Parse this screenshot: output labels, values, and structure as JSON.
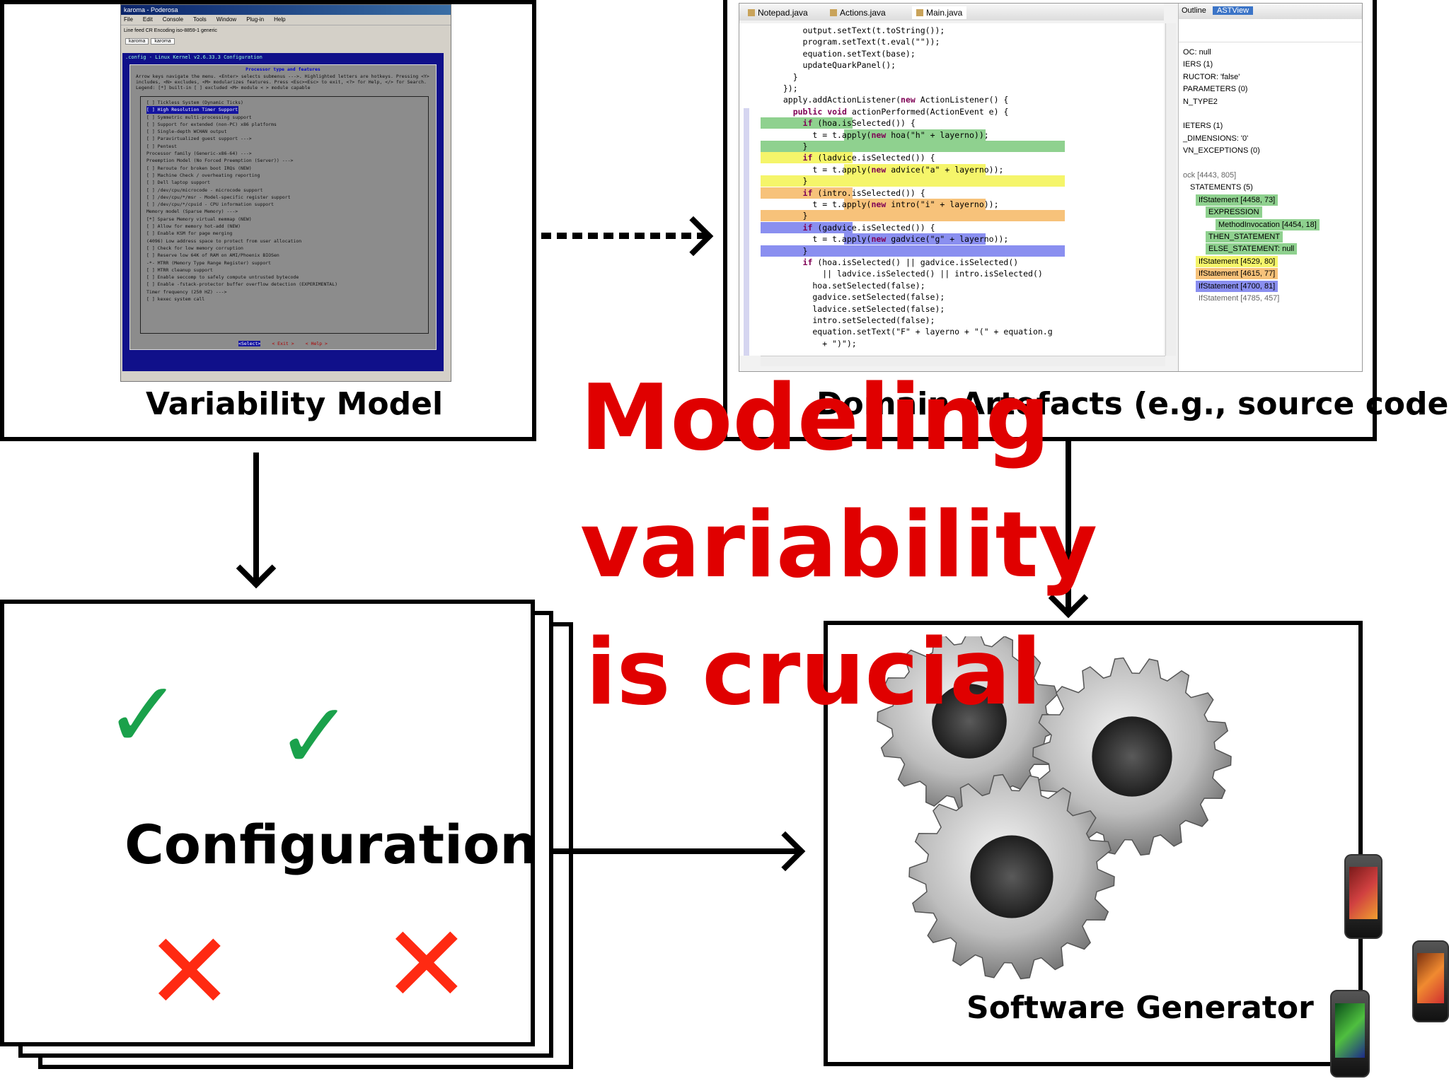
{
  "variability_model": {
    "caption": "Variability Model",
    "window_title": "karoma - Poderosa",
    "menu": [
      "File",
      "Edit",
      "Console",
      "Tools",
      "Window",
      "Plug-in",
      "Help"
    ],
    "toolbar_text": "Line feed  CR   Encoding  iso-8859-1   generic",
    "tabs": [
      "karoma",
      "karoma"
    ],
    "screen_header": ".config - Linux Kernel v2.6.33.3 Configuration",
    "panel_title": "Processor type and features",
    "panel_desc": "Arrow keys navigate the menu. <Enter> selects submenus --->. Highlighted letters are hotkeys. Pressing <Y> includes, <N> excludes, <M> modularizes features. Press <Esc><Esc> to exit, <?> for Help, </> for Search. Legend: [*] built-in [ ] excluded <M> module < > module capable",
    "options": [
      "[ ] Tickless System (Dynamic Ticks)",
      "[ ] High Resolution Timer Support",
      "[ ] Symmetric multi-processing support",
      "[ ] Support for extended (non-PC) x86 platforms",
      "[ ] Single-depth WCHAN output",
      "[ ] Paravirtualized guest support --->",
      "[ ] Pentest",
      "    Processor family (Generic-x86-64) --->",
      "    Preemption Model (No Forced Preemption (Server)) --->",
      "[ ] Reroute for broken boot IRQs (NEW)",
      "[ ] Machine Check / overheating reporting",
      "[ ] Dell laptop support",
      "[ ] /dev/cpu/microcode - microcode support",
      "[ ] /dev/cpu/*/msr - Model-specific register support",
      "[ ] /dev/cpu/*/cpuid - CPU information support",
      "    Memory model (Sparse Memory) --->",
      "[*] Sparse Memory virtual memmap (NEW)",
      "[ ] Allow for memory hot-add (NEW)",
      "[ ] Enable KSM for page merging",
      "(4096) Low address space to protect from user allocation",
      "[ ] Check for low memory corruption",
      "[ ] Reserve low 64K of RAM on AMI/Phoenix BIOSen",
      "-*- MTRR (Memory Type Range Register) support",
      "[ ]   MTRR cleanup support",
      "[ ] Enable seccomp to safely compute untrusted bytecode",
      "[ ] Enable -fstack-protector buffer overflow detection (EXPERIMENTAL)",
      "    Timer frequency (250 HZ) --->",
      "[ ] kexec system call"
    ],
    "buttons": [
      "<Select>",
      "< Exit >",
      "< Help >"
    ]
  },
  "domain_artifacts": {
    "caption": "Domain Artefacts (e.g., source code)",
    "editor_tabs": [
      "Notepad.java",
      "Actions.java",
      "Main.java"
    ],
    "code_lines": [
      "      output.setText(t.toString());",
      "      program.setText(t.eval(\"\"));",
      "      equation.setText(base);",
      "      updateQuarkPanel();",
      "    }",
      "  });",
      "  apply.addActionListener(new ActionListener() {",
      "    public void actionPerformed(ActionEvent e) {",
      "      if (hoa.isSelected()) {",
      "        t = t.apply(new hoa(\"h\" + layerno));",
      "      }",
      "      if (ladvice.isSelected()) {",
      "        t = t.apply(new advice(\"a\" + layerno));",
      "      }",
      "      if (intro.isSelected()) {",
      "        t = t.apply(new intro(\"i\" + layerno));",
      "      }",
      "      if (gadvice.isSelected()) {",
      "        t = t.apply(new gadvice(\"g\" + layerno));",
      "      }",
      "      if (hoa.isSelected() || gadvice.isSelected()",
      "          || ladvice.isSelected() || intro.isSelected()",
      "        hoa.setSelected(false);",
      "        gadvice.setSelected(false);",
      "        ladvice.setSelected(false);",
      "        intro.setSelected(false);",
      "        equation.setText(\"F\" + layerno + \"(\" + equation.g",
      "          + \")\");"
    ],
    "outline_tabs": [
      "Outline",
      "ASTView"
    ],
    "outline_lines": [
      "OC: null",
      "IERS (1)",
      "RUCTOR: 'false'",
      "PARAMETERS (0)",
      "N_TYPE2",
      "",
      "IETERS (1)",
      "_DIMENSIONS: '0'",
      "VN_EXCEPTIONS (0)",
      "",
      "ock [4443, 805]",
      "STATEMENTS (5)",
      "IfStatement [4458, 73]",
      "EXPRESSION",
      "MethodInvocation [4454, 18]",
      "THEN_STATEMENT",
      "ELSE_STATEMENT: null",
      "IfStatement [4529, 80]",
      "IfStatement [4615, 77]",
      "IfStatement [4700, 81]",
      "IfStatement [4785, 457]"
    ],
    "highlight_colors": {
      "green": "#8fd18f",
      "yellow": "#f5f56a",
      "orange": "#f7c27a",
      "blue": "#8a8ff0"
    }
  },
  "configuration": {
    "caption": "Configuration",
    "check_icon": "✓",
    "cross_icon": "✕"
  },
  "software_generator": {
    "caption": "Software Generator"
  },
  "overlay": {
    "lines": [
      "Modeling",
      "variability",
      "is crucial"
    ],
    "color": "#e00000"
  }
}
